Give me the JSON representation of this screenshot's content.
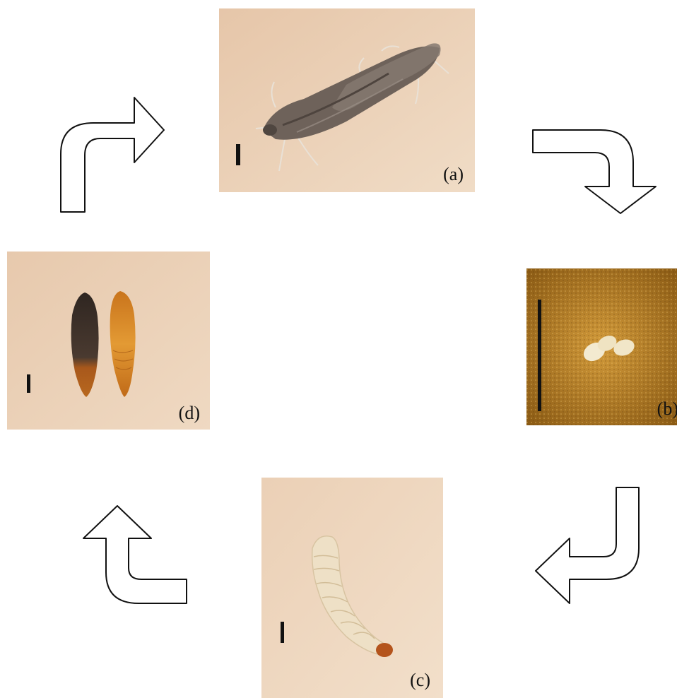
{
  "panels": {
    "a": {
      "label": "(a)"
    },
    "b": {
      "label": "(b)"
    },
    "c": {
      "label": "(c)"
    },
    "d": {
      "label": "(d)"
    }
  }
}
